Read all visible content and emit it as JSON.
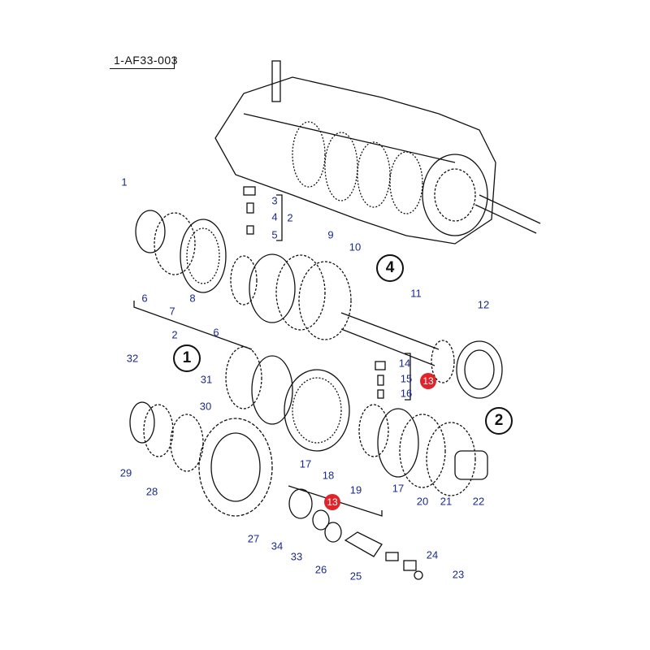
{
  "diagram": {
    "reference_code": "1-AF33-003",
    "callouts": [
      "1",
      "3",
      "4",
      "5",
      "2",
      "9",
      "10",
      "6",
      "7",
      "8",
      "11",
      "12",
      "2",
      "6",
      "32",
      "14",
      "15",
      "16",
      "31",
      "30",
      "17",
      "18",
      "19",
      "17",
      "29",
      "28",
      "20",
      "21",
      "22",
      "27",
      "34",
      "33",
      "26",
      "24",
      "25",
      "23"
    ],
    "assemblies": [
      "4",
      "1",
      "2"
    ],
    "highlighted": [
      "13",
      "13"
    ],
    "colors": {
      "label": "#1a2a8c",
      "highlight": "#e0242a",
      "line": "#111111"
    }
  }
}
